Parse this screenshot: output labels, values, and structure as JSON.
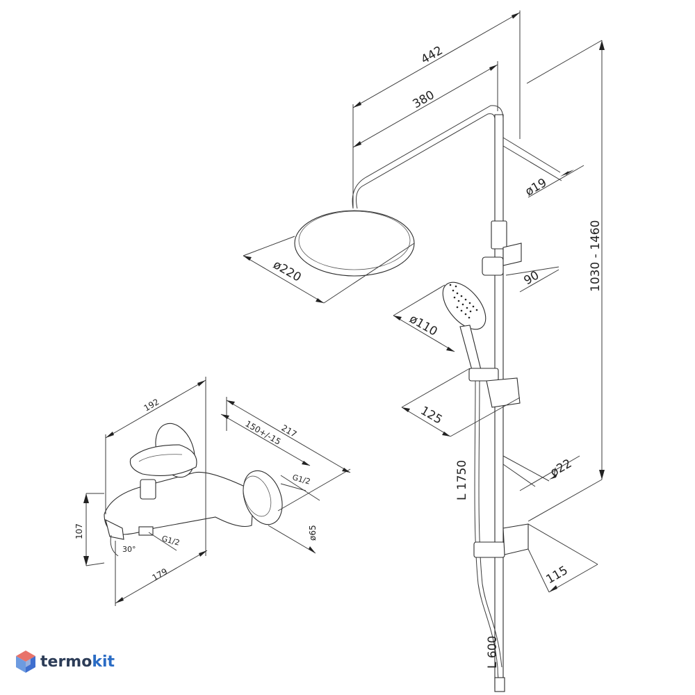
{
  "dimensions": {
    "d442": "442",
    "d380": "380",
    "d1030_1460": "1030 - 1460",
    "d19": "ø19",
    "d220": "ø220",
    "d90": "90",
    "d110": "ø110",
    "d125": "125",
    "d22": "ø22",
    "d1750": "L 1750",
    "d115": "115",
    "d600": "L 600",
    "d192": "192",
    "d217": "217",
    "d150": "150+/-15",
    "dG12_top": "G1/2",
    "d107": "107",
    "d65": "ø65",
    "dG12_bottom": "G1/2",
    "d30": "30°",
    "d179": "179"
  },
  "logo": {
    "text_a": "termo",
    "text_b": "kit",
    "color_a": "#2c3c57",
    "color_b": "#2b6cc4",
    "icon": "cube-icon"
  },
  "colors": {
    "line": "#3a3a3a",
    "text": "#222222"
  }
}
